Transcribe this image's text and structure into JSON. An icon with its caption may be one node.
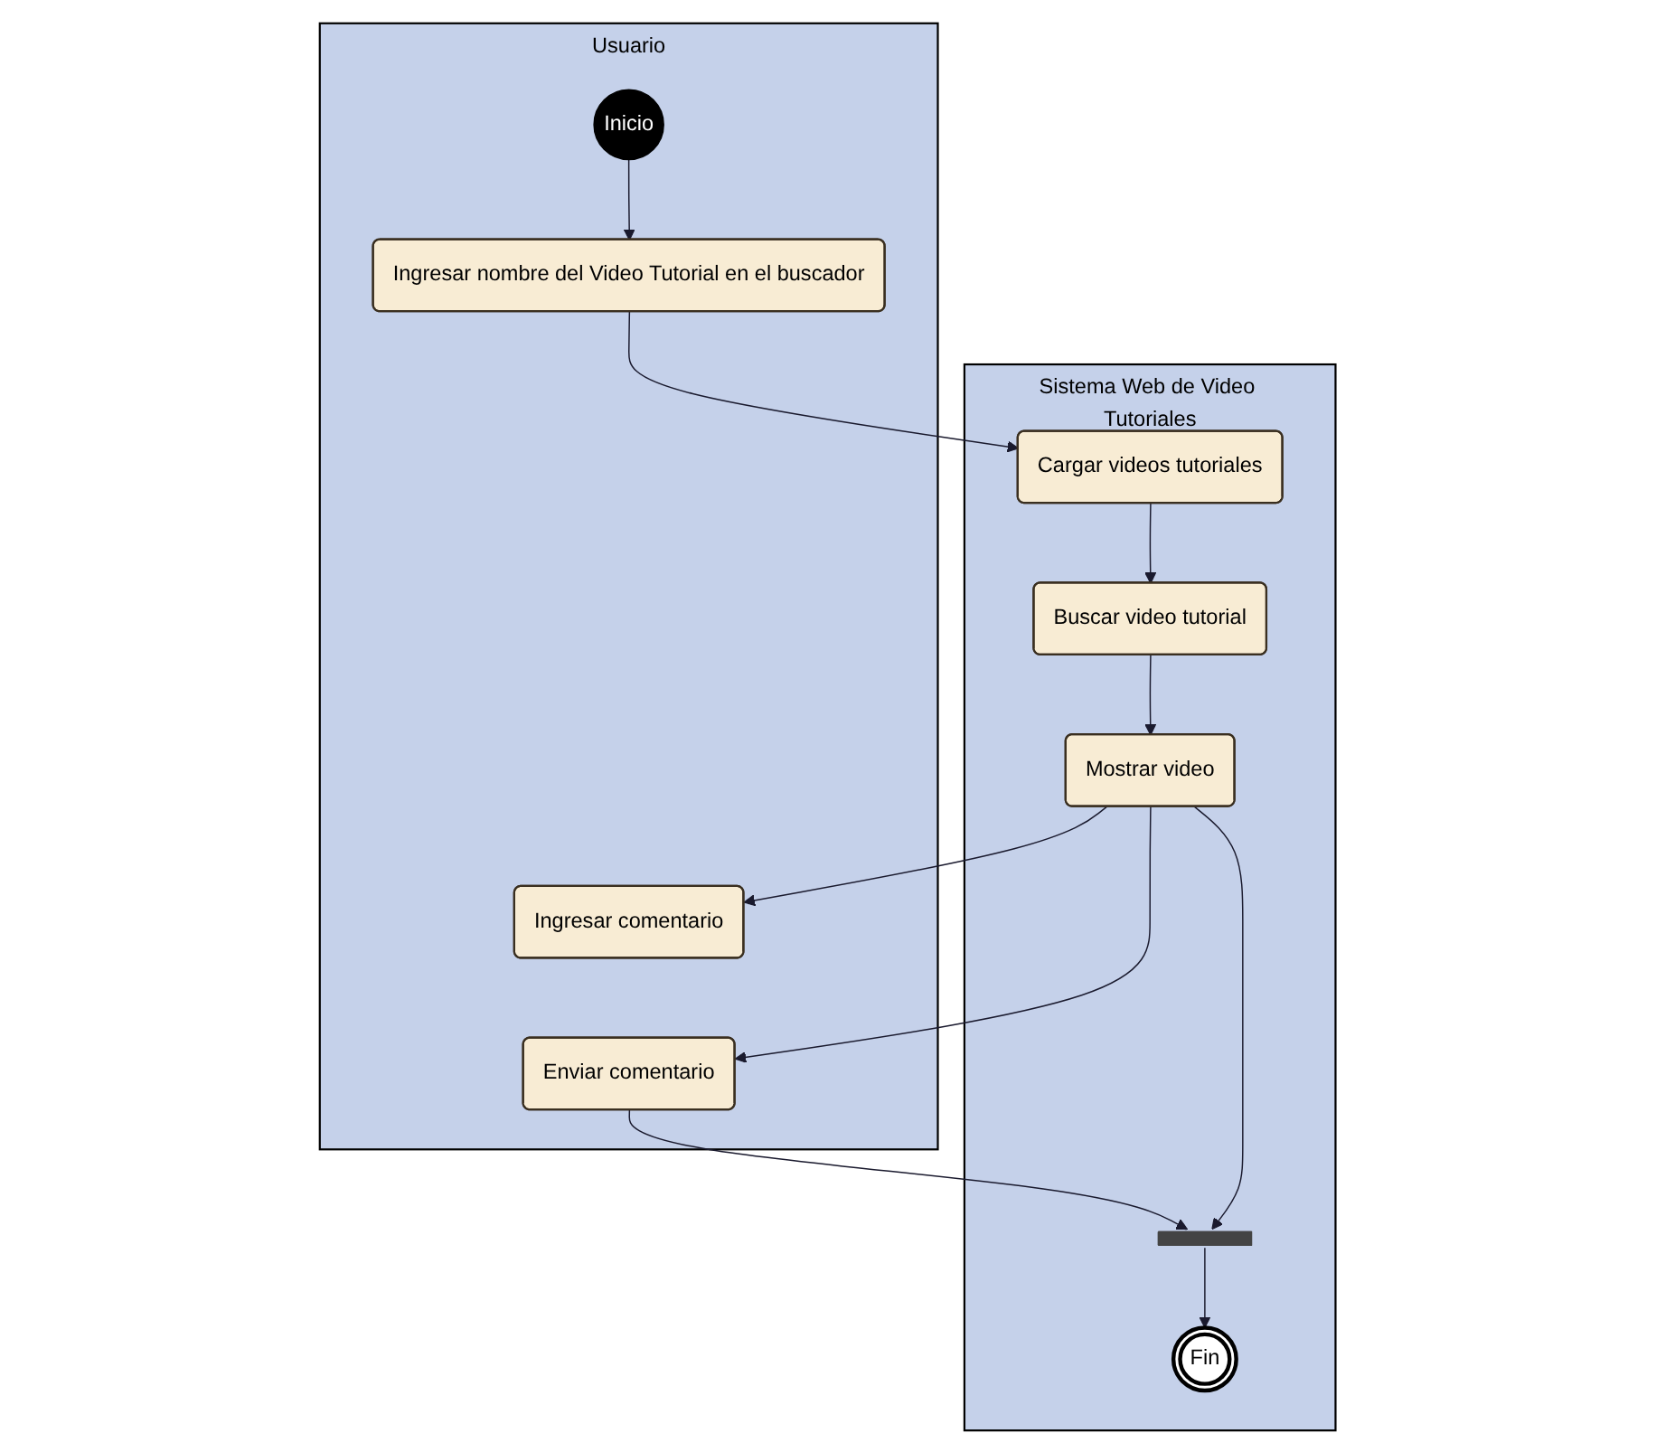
{
  "diagram": {
    "nodes": [
      {
        "text": [
          "Usuario"
        ]
      },
      {
        "text": [
          "Sistema Web de Video Tutoriales"
        ]
      },
      {
        "text": [
          "Inicio"
        ],
        "in": 0
      },
      {
        "text": [
          "Ingresar nombre del Video Tutorial en el buscador"
        ],
        "in": 0
      },
      {
        "text": [
          "Cargar videos tutoriales"
        ],
        "in": 1
      },
      {
        "text": [
          "Buscar video tutorial"
        ],
        "in": 1
      },
      {
        "text": [
          "Ingresar comentario"
        ],
        "in": 0
      },
      {
        "text": [
          "Mostrar video"
        ],
        "in": 1
      },
      {
        "text": [
          "Enviar comentario"
        ],
        "in": 0
      },
      {
        "text": [],
        "shape": "bar",
        "in": 1
      },
      {
        "text": [
          "Fin"
        ],
        "in": 1
      }
    ],
    "edges": [
      {
        "from": 2,
        "to": 3,
        "arrow": "to"
      },
      {
        "from": 3,
        "to": 4,
        "arrow": "to"
      },
      {
        "from": 4,
        "to": 5,
        "arrow": "to"
      },
      {
        "from": 5,
        "to": 7,
        "arrow": "to"
      },
      {
        "from": 7,
        "to": 6,
        "arrow": "to"
      },
      {
        "from": 7,
        "to": 8,
        "arrow": "to"
      },
      {
        "from": 8,
        "to": 9,
        "arrow": "to"
      },
      {
        "from": 7,
        "to": 9,
        "arrow": "to"
      },
      {
        "from": 9,
        "to": 10,
        "arrow": "to"
      }
    ]
  }
}
